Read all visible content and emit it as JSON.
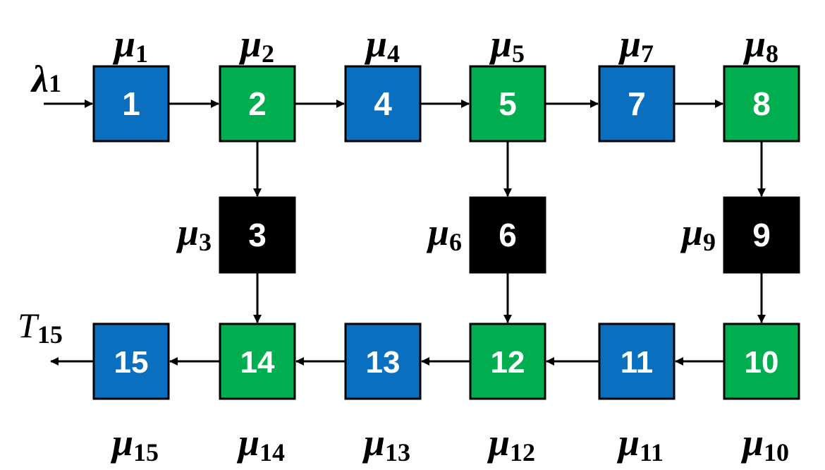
{
  "colors": {
    "blue": "#0B6FBF",
    "green": "#00AD4F",
    "black": "#000000",
    "label": "#FFFFFF",
    "stroke": "#000000"
  },
  "nodes": [
    {
      "id": "1",
      "label": "1",
      "color": "blue",
      "rate": {
        "sym": "μ",
        "sub": "1"
      }
    },
    {
      "id": "2",
      "label": "2",
      "color": "green",
      "rate": {
        "sym": "μ",
        "sub": "2"
      }
    },
    {
      "id": "3",
      "label": "3",
      "color": "black",
      "rate": {
        "sym": "μ",
        "sub": "3"
      }
    },
    {
      "id": "4",
      "label": "4",
      "color": "blue",
      "rate": {
        "sym": "μ",
        "sub": "4"
      }
    },
    {
      "id": "5",
      "label": "5",
      "color": "green",
      "rate": {
        "sym": "μ",
        "sub": "5"
      }
    },
    {
      "id": "6",
      "label": "6",
      "color": "black",
      "rate": {
        "sym": "μ",
        "sub": "6"
      }
    },
    {
      "id": "7",
      "label": "7",
      "color": "blue",
      "rate": {
        "sym": "μ",
        "sub": "7"
      }
    },
    {
      "id": "8",
      "label": "8",
      "color": "green",
      "rate": {
        "sym": "μ",
        "sub": "8"
      }
    },
    {
      "id": "9",
      "label": "9",
      "color": "black",
      "rate": {
        "sym": "μ",
        "sub": "9"
      }
    },
    {
      "id": "10",
      "label": "10",
      "color": "green",
      "rate": {
        "sym": "μ",
        "sub": "10"
      }
    },
    {
      "id": "11",
      "label": "11",
      "color": "blue",
      "rate": {
        "sym": "μ",
        "sub": "11"
      }
    },
    {
      "id": "12",
      "label": "12",
      "color": "green",
      "rate": {
        "sym": "μ",
        "sub": "12"
      }
    },
    {
      "id": "13",
      "label": "13",
      "color": "blue",
      "rate": {
        "sym": "μ",
        "sub": "13"
      }
    },
    {
      "id": "14",
      "label": "14",
      "color": "green",
      "rate": {
        "sym": "μ",
        "sub": "14"
      }
    },
    {
      "id": "15",
      "label": "15",
      "color": "blue",
      "rate": {
        "sym": "μ",
        "sub": "15"
      }
    }
  ],
  "edges": [
    [
      "1",
      "2"
    ],
    [
      "2",
      "4"
    ],
    [
      "4",
      "5"
    ],
    [
      "5",
      "7"
    ],
    [
      "7",
      "8"
    ],
    [
      "2",
      "3"
    ],
    [
      "5",
      "6"
    ],
    [
      "8",
      "9"
    ],
    [
      "3",
      "14"
    ],
    [
      "6",
      "12"
    ],
    [
      "9",
      "10"
    ],
    [
      "10",
      "11"
    ],
    [
      "11",
      "12"
    ],
    [
      "12",
      "13"
    ],
    [
      "13",
      "14"
    ],
    [
      "14",
      "15"
    ]
  ],
  "input": {
    "target": "1",
    "sym": "λ",
    "sub": "1"
  },
  "output": {
    "source": "15",
    "sym": "T",
    "sub": "15"
  }
}
